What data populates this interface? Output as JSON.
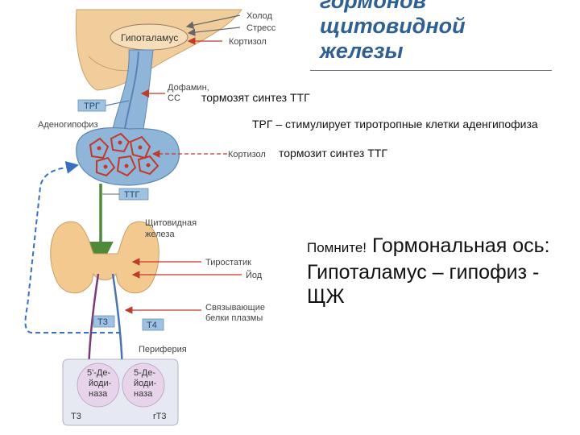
{
  "slide": {
    "title_lines": [
      "гормонов",
      "щитовидной",
      "железы"
    ],
    "note_1": "тормозят синтез ТТГ",
    "note_2": "ТРГ – стимулирует тиротропные клетки аденгипофиза",
    "note_3": "тормозит синтез ТТГ",
    "remember_lead": "Помните!",
    "remember_text": " Гормональная ось: Гипоталамус – гипофиз - ЩЖ"
  },
  "diagram": {
    "hypothalamus_label": "Гипоталамус",
    "input_cold": "Холод",
    "input_stress": "Стресс",
    "input_cortisol_top": "Кортизол",
    "dopamine_line1": "Дофамин,",
    "dopamine_line2": "СС",
    "trg_badge": "ТРГ",
    "adenohypophysis_label": "Аденогипофиз",
    "cortisol_pituitary": "Кортизол",
    "ttg_badge": "ТТГ",
    "thyroid_line1": "Щитовидная",
    "thyroid_line2": "железа",
    "thyrostatic": "Тиростатик",
    "iodine": "Йод",
    "binding_line1": "Связывающие",
    "binding_line2": "белки плазмы",
    "t3_badge": "Т3",
    "t4_badge": "Т4",
    "periphery": "Периферия",
    "deiodinase_left": [
      "5'-Де-",
      "йоди-",
      "наза"
    ],
    "deiodinase_right": [
      "5-Де-",
      "йоди-",
      "наза"
    ],
    "t3_out": "Т3",
    "rt3_out": "rТ3"
  },
  "colors": {
    "title": "#2f5f93",
    "hormone_arrow": "#5a82b8",
    "ttg_arrow": "#4f8a3a",
    "inhibition": "#c0392b",
    "feedback": "#3a6fc2",
    "badge_fill": "#9ec2e0",
    "tissue": "#f4c98f",
    "pituitary": "#8fb6d8",
    "periphery_box": "#e6e8f2"
  }
}
